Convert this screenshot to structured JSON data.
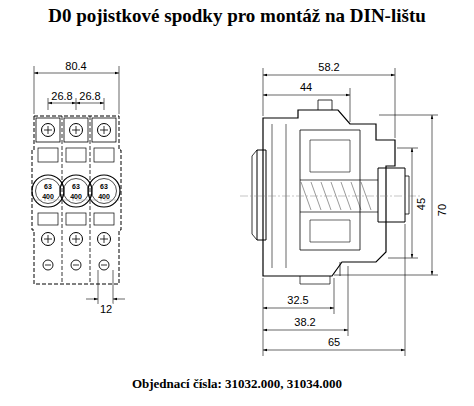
{
  "diagram": {
    "title": "D0 pojistkové spodky pro montáž na DIN-lištu",
    "caption": "Objednací čísla: 31032.000, 31034.000",
    "labels": [
      "80.4",
      "26.8",
      "26.8",
      "12",
      "63",
      "400",
      "63",
      "400",
      "63",
      "400",
      "58.2",
      "44",
      "45",
      "70",
      "32.5",
      "38.2",
      "65"
    ]
  }
}
